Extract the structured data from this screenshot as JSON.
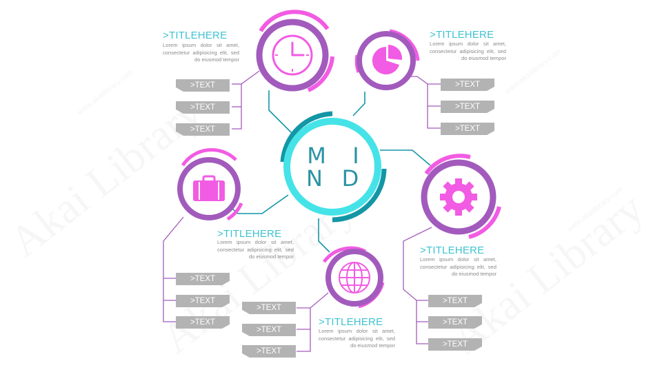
{
  "center": {
    "letters": [
      "M",
      "I",
      "N",
      "D"
    ]
  },
  "topics": [
    {
      "id": "clock",
      "icon": "clock-icon",
      "title": ">TITLEHERE",
      "body": "Lorem ipsum dolor sit amet, consectetur adipisicing elit, sed do eiusmod tempor",
      "tags": [
        ">TEXT",
        ">TEXT",
        ">TEXT"
      ]
    },
    {
      "id": "pie",
      "icon": "pie-chart-icon",
      "title": ">TITLEHERE",
      "body": "Lorem ipsum dolor sit amet, consectetur adipisicing elit, sed do eiusmod tempor",
      "tags": [
        ">TEXT",
        ">TEXT",
        ">TEXT"
      ]
    },
    {
      "id": "briefcase",
      "icon": "briefcase-icon",
      "title": ">TITLEHERE",
      "body": "Lorem ipsum dolor sit amet, consectetur adipisicing elit, sed do eiusmod tempor",
      "tags": [
        ">TEXT",
        ">TEXT",
        ">TEXT"
      ]
    },
    {
      "id": "gear",
      "icon": "gear-icon",
      "title": ">TITLEHERE",
      "body": "Lorem ipsum dolor sit amet, consectetur adipisicing elit, sed do eiusmod tempor",
      "tags": [
        ">TEXT",
        ">TEXT",
        ">TEXT"
      ]
    },
    {
      "id": "globe",
      "icon": "globe-icon",
      "title": ">TITLEHERE",
      "body": "Lorem ipsum dolor sit amet, consectetur adipisicing elit, sed do eiusmod tempor",
      "tags": [
        ">TEXT",
        ">TEXT",
        ">TEXT"
      ]
    }
  ],
  "colors": {
    "purple": "#a25bbd",
    "magenta": "#f25be3",
    "cyan": "#45e3e8",
    "teal": "#1396a6",
    "title": "#3ec3cf",
    "tag": "#b3b3b3",
    "body_text": "#8a8a8a"
  },
  "watermark": {
    "brand": "Akai Library",
    "url": "www.akailibrary.com"
  }
}
